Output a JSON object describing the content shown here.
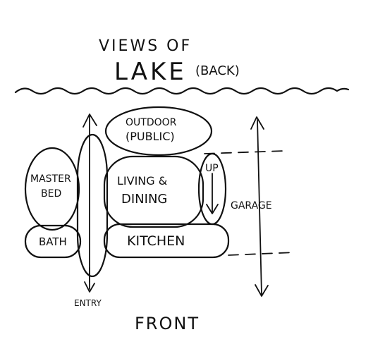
{
  "header": {
    "line1": "VIEWS OF",
    "line2_main": "LAKE",
    "line2_note": "(BACK)"
  },
  "rooms": {
    "outdoor_line1": "OUTDOOR",
    "outdoor_line2": "(PUBLIC)",
    "master_line1": "MASTER",
    "master_line2": "BED",
    "living_line1": "LIVING &",
    "living_line2": "DINING",
    "bath": "BATH",
    "kitchen": "KITCHEN",
    "up": "UP",
    "garage": "GARAGE"
  },
  "labels": {
    "entry": "ENTRY",
    "front": "FRONT"
  },
  "colors": {
    "ink": "#111111",
    "paper": "#ffffff"
  }
}
